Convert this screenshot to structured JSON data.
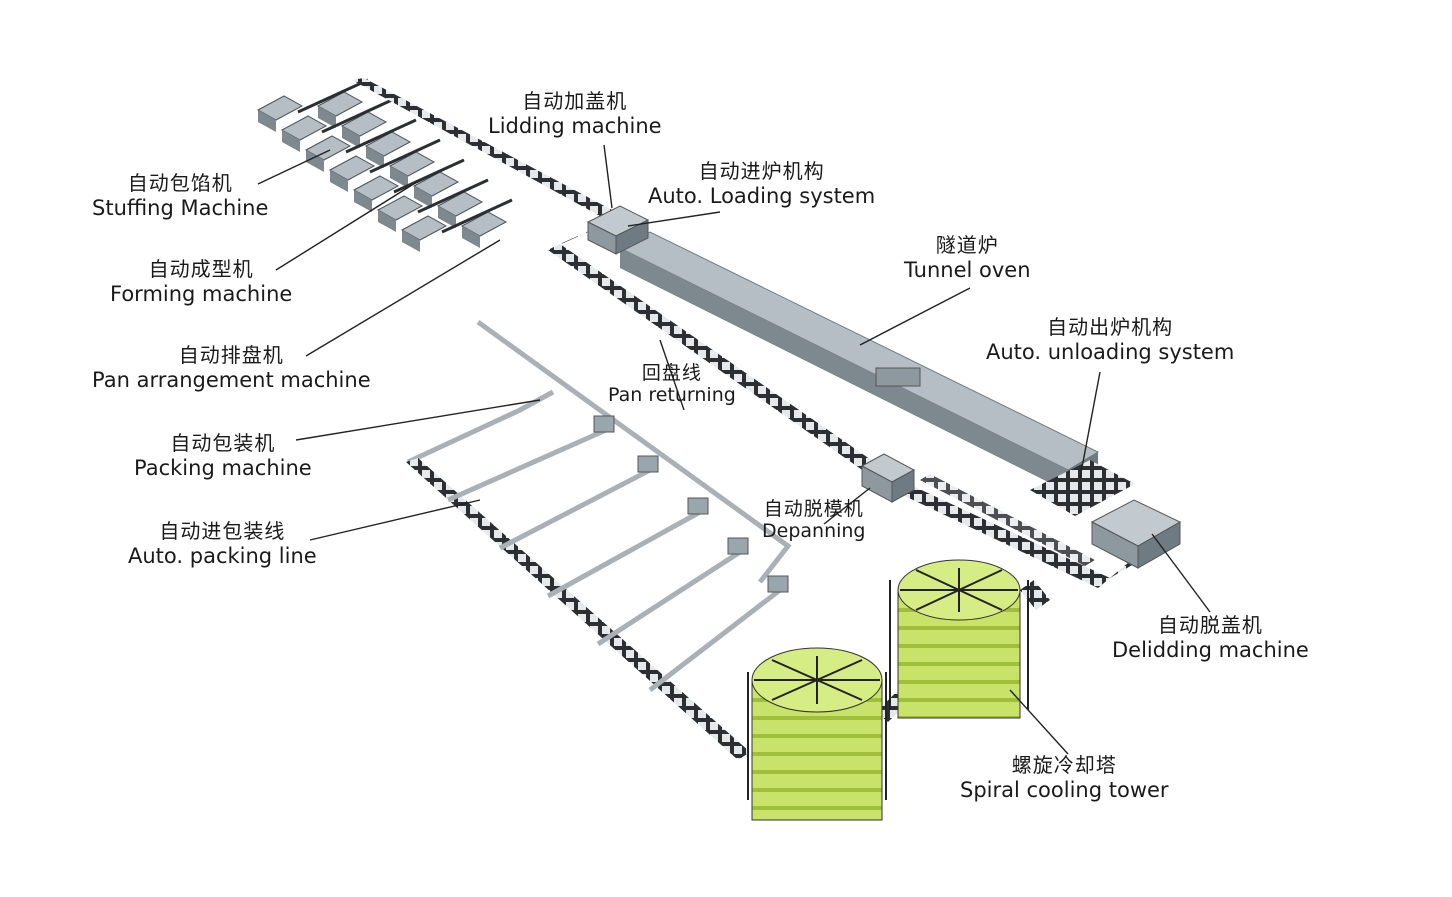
{
  "labels": {
    "stuffing": {
      "zh": "自动包馅机",
      "en": "Stuffing Machine"
    },
    "forming": {
      "zh": "自动成型机",
      "en": "Forming machine"
    },
    "pan_arrange": {
      "zh": "自动排盘机",
      "en": "Pan arrangement machine"
    },
    "packing": {
      "zh": "自动包装机",
      "en": "Packing machine"
    },
    "packing_line": {
      "zh": "自动进包装线",
      "en": "Auto. packing line"
    },
    "lidding": {
      "zh": "自动加盖机",
      "en": "Lidding machine"
    },
    "loading": {
      "zh": "自动进炉机构",
      "en": "Auto. Loading system"
    },
    "tunnel": {
      "zh": "隧道炉",
      "en": "Tunnel oven"
    },
    "unloading": {
      "zh": "自动出炉机构",
      "en": "Auto. unloading system"
    },
    "pan_return": {
      "zh": "回盘线",
      "en": "Pan returning"
    },
    "depanning": {
      "zh": "自动脱模机",
      "en": "Depanning"
    },
    "delidding": {
      "zh": "自动脱盖机",
      "en": "Delidding machine"
    },
    "cooling": {
      "zh": "螺旋冷却塔",
      "en": "Spiral cooling tower"
    }
  },
  "colors": {
    "machine": "#9aa6ad",
    "machine_dark": "#6f7b82",
    "oven_top": "#b5bec4",
    "oven_side": "#7d888f",
    "conveyor": "#2b2f33",
    "frame": "#a9b1b6",
    "tower": "#c8e26a",
    "tower_dark": "#9fbf3a",
    "leader": "#222222"
  }
}
